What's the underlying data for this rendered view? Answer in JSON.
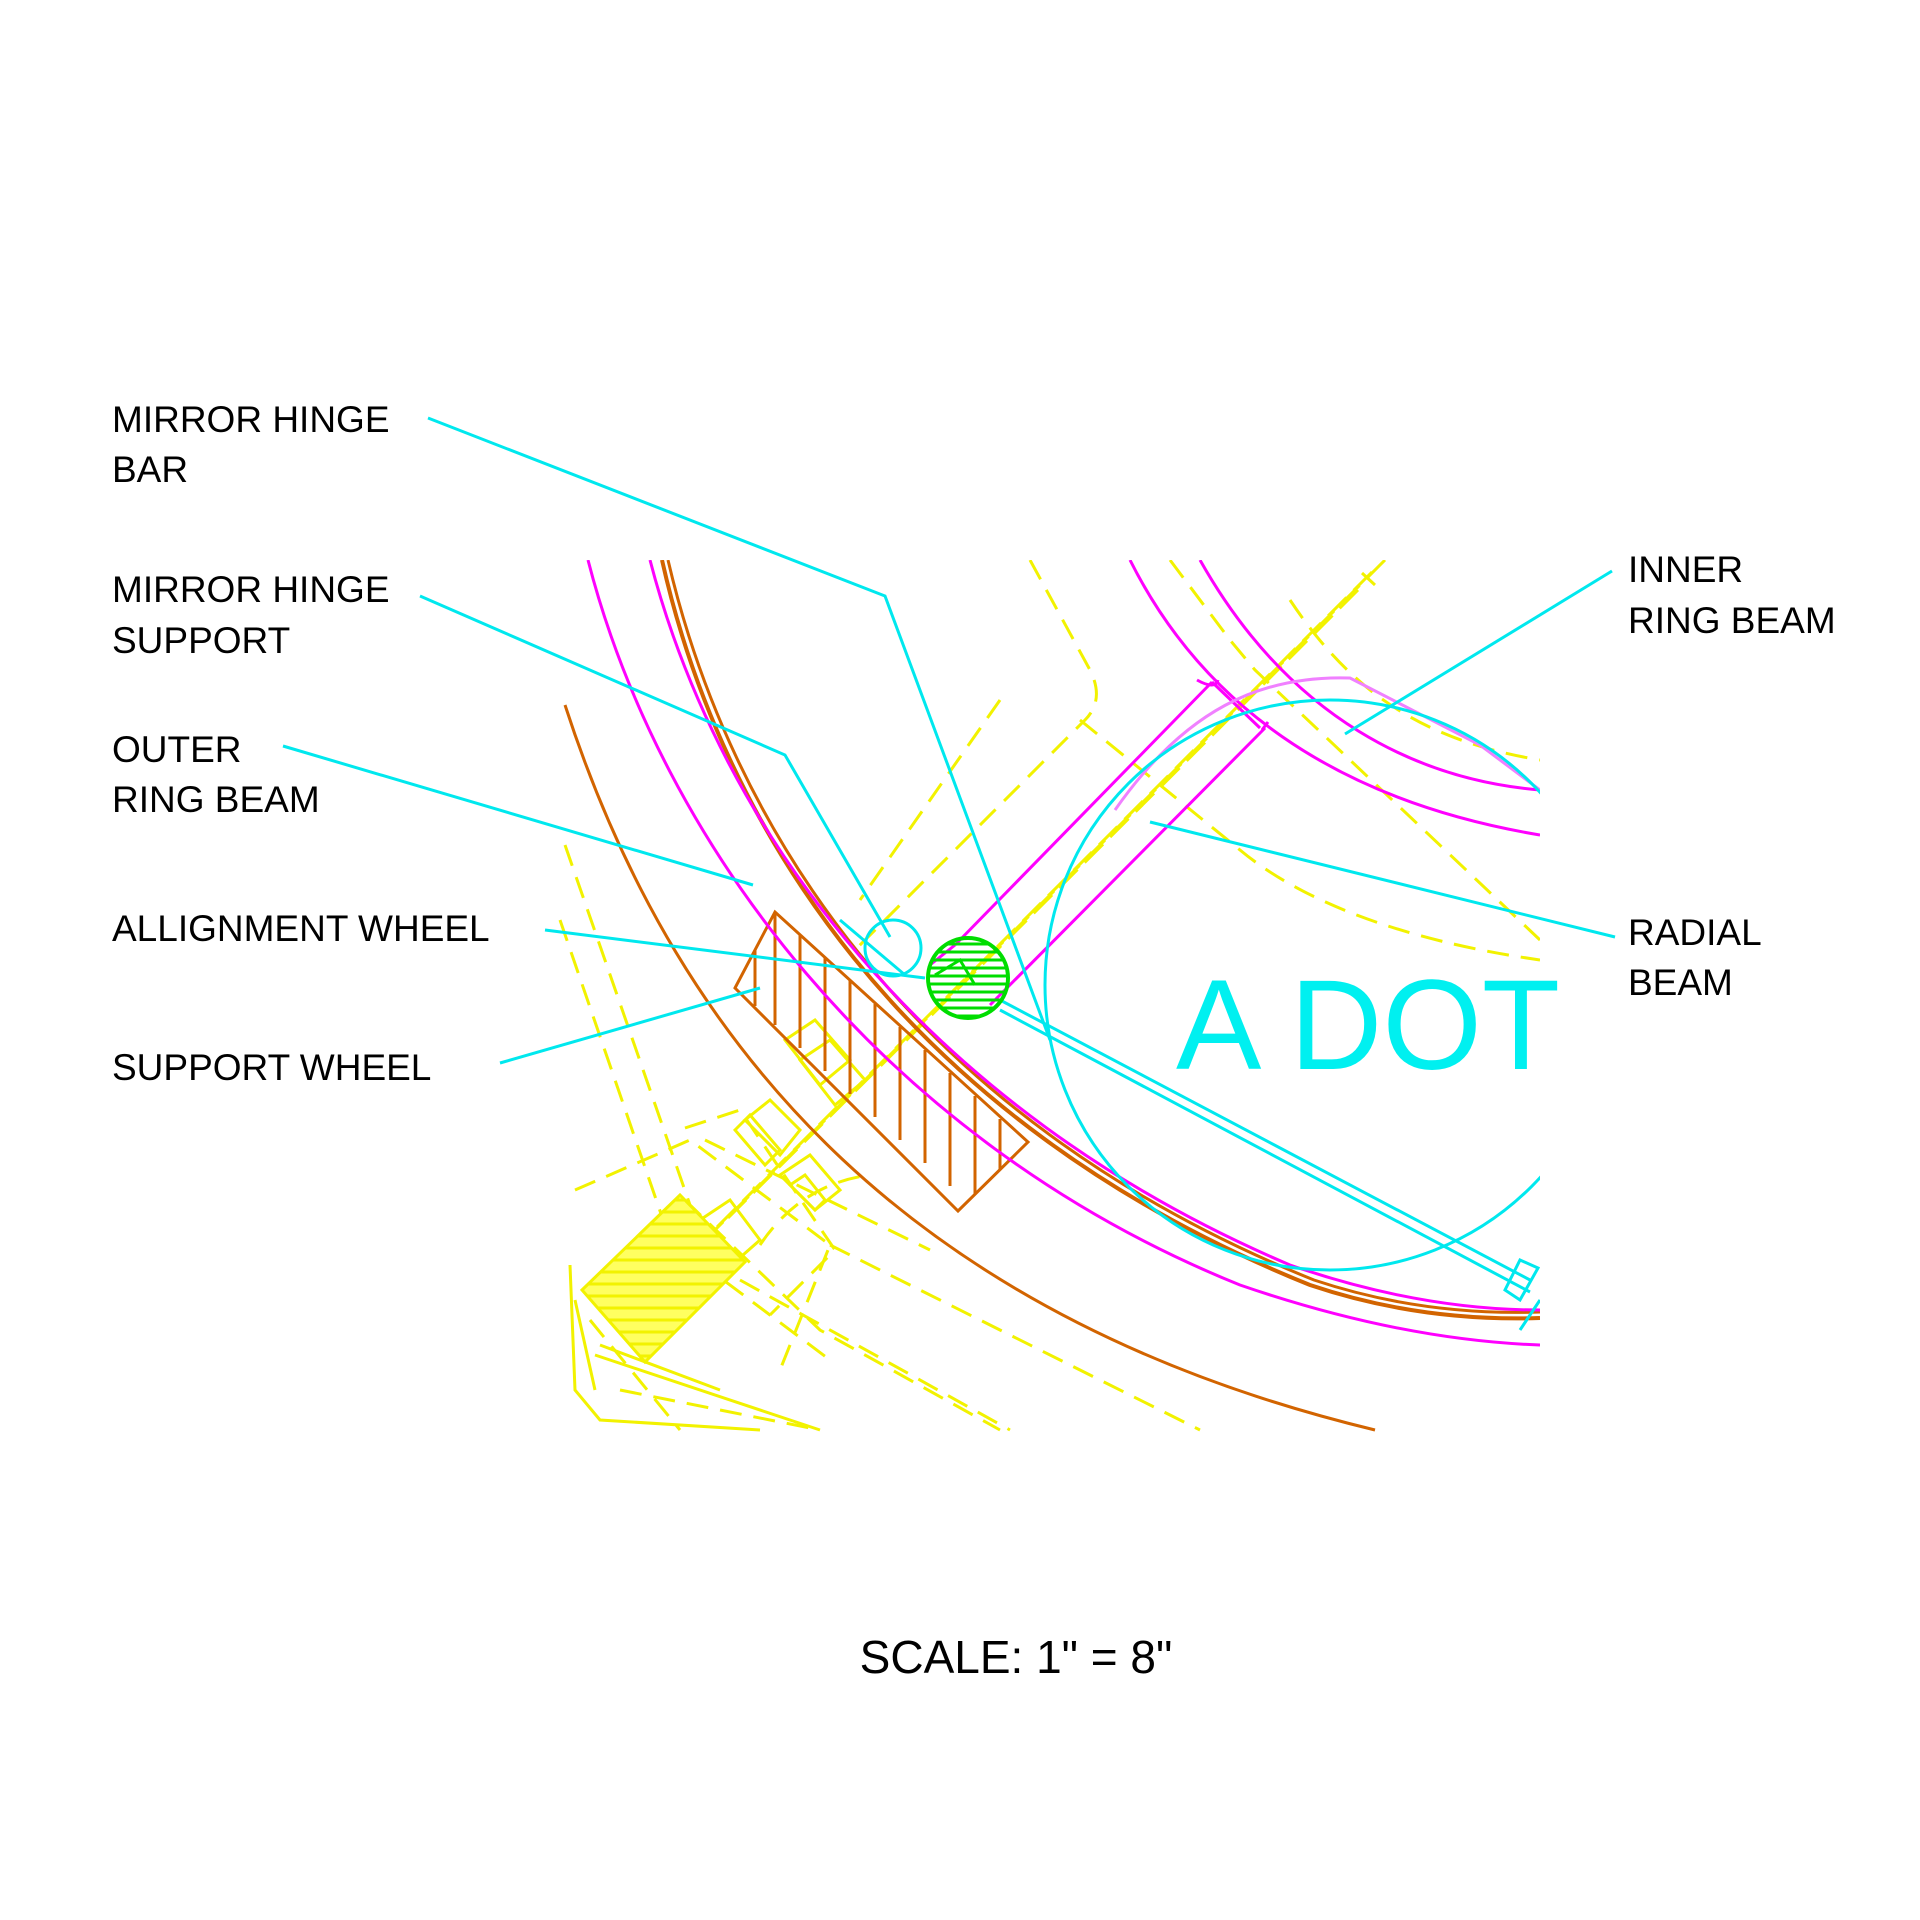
{
  "labels": {
    "mirror_hinge_bar": [
      "MIRROR HINGE",
      "BAR"
    ],
    "mirror_hinge_support": [
      "MIRROR HINGE",
      "SUPPORT"
    ],
    "outer_ring_beam": [
      "OUTER",
      "RING BEAM"
    ],
    "alignment_wheel": "ALLIGNMENT WHEEL",
    "support_wheel": "SUPPORT WHEEL",
    "inner_ring_beam": [
      "INNER",
      "RING BEAM"
    ],
    "radial_beam": [
      "RADIAL",
      "BEAM"
    ]
  },
  "center_text": "A DOT",
  "scale_text": "SCALE: 1\" = 8\"",
  "colors": {
    "leader": "#00e8ee",
    "magenta": "#ff00ff",
    "orange": "#d26400",
    "yellow": "#f2f200",
    "green": "#00dd00",
    "pink": "#f080ff",
    "text": "#000000"
  }
}
